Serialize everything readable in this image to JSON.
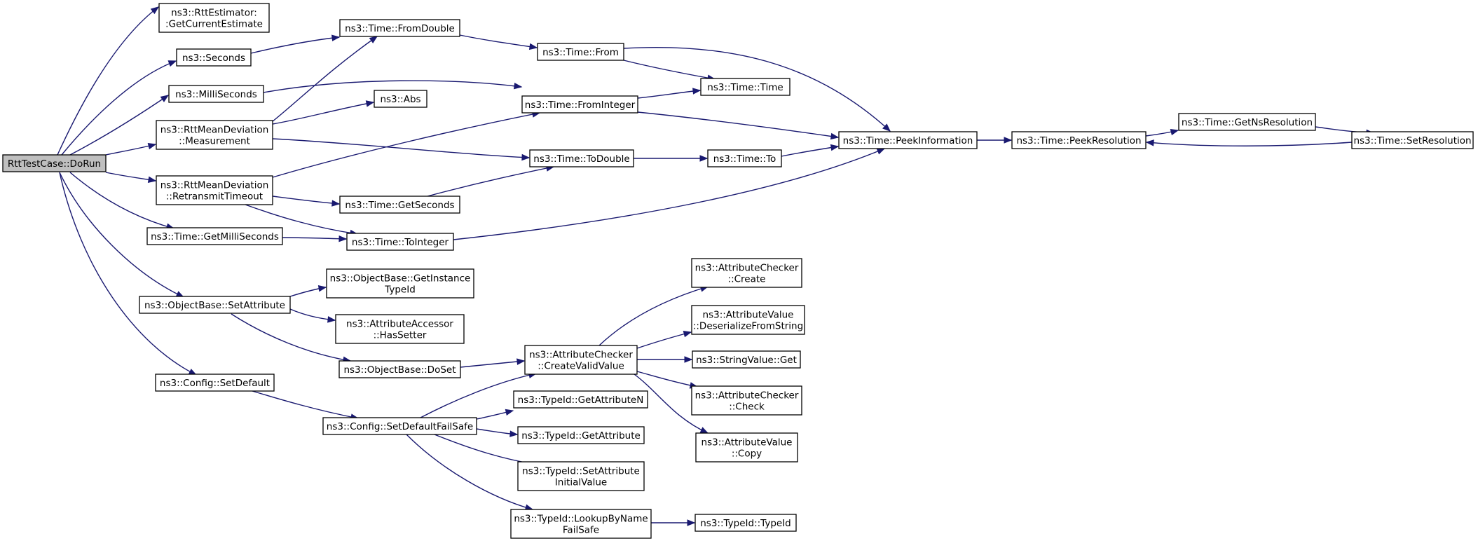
{
  "nodes": [
    {
      "id": "n0",
      "lines": [
        "RttTestCase::DoRun"
      ]
    },
    {
      "id": "n1",
      "lines": [
        "ns3::RttEstimator:",
        ":GetCurrentEstimate"
      ]
    },
    {
      "id": "n2",
      "lines": [
        "ns3::Seconds"
      ]
    },
    {
      "id": "n3",
      "lines": [
        "ns3::MilliSeconds"
      ]
    },
    {
      "id": "n4",
      "lines": [
        "ns3::RttMeanDeviation",
        "::Measurement"
      ]
    },
    {
      "id": "n5",
      "lines": [
        "ns3::RttMeanDeviation",
        "::RetransmitTimeout"
      ]
    },
    {
      "id": "n6",
      "lines": [
        "ns3::Time::GetMilliSeconds"
      ]
    },
    {
      "id": "n7",
      "lines": [
        "ns3::ObjectBase::SetAttribute"
      ]
    },
    {
      "id": "n8",
      "lines": [
        "ns3::Config::SetDefault"
      ]
    },
    {
      "id": "n9",
      "lines": [
        "ns3::Time::FromDouble"
      ]
    },
    {
      "id": "n10",
      "lines": [
        "ns3::Abs"
      ]
    },
    {
      "id": "n11",
      "lines": [
        "ns3::Time::GetSeconds"
      ]
    },
    {
      "id": "n12",
      "lines": [
        "ns3::Time::ToInteger"
      ]
    },
    {
      "id": "n13",
      "lines": [
        "ns3::ObjectBase::GetInstance",
        "TypeId"
      ]
    },
    {
      "id": "n14",
      "lines": [
        "ns3::AttributeAccessor",
        "::HasSetter"
      ]
    },
    {
      "id": "n15",
      "lines": [
        "ns3::ObjectBase::DoSet"
      ]
    },
    {
      "id": "n16",
      "lines": [
        "ns3::Config::SetDefaultFailSafe"
      ]
    },
    {
      "id": "n17",
      "lines": [
        "ns3::Time::From"
      ]
    },
    {
      "id": "n18",
      "lines": [
        "ns3::Time::FromInteger"
      ]
    },
    {
      "id": "n19",
      "lines": [
        "ns3::Time::ToDouble"
      ]
    },
    {
      "id": "n20",
      "lines": [
        "ns3::AttributeChecker",
        "::CreateValidValue"
      ]
    },
    {
      "id": "n21",
      "lines": [
        "ns3::TypeId::GetAttributeN"
      ]
    },
    {
      "id": "n22",
      "lines": [
        "ns3::TypeId::GetAttribute"
      ]
    },
    {
      "id": "n23",
      "lines": [
        "ns3::TypeId::SetAttribute",
        "InitialValue"
      ]
    },
    {
      "id": "n24",
      "lines": [
        "ns3::TypeId::LookupByName",
        "FailSafe"
      ]
    },
    {
      "id": "n25",
      "lines": [
        "ns3::Time::Time"
      ]
    },
    {
      "id": "n26",
      "lines": [
        "ns3::Time::To"
      ]
    },
    {
      "id": "n27",
      "lines": [
        "ns3::AttributeChecker",
        "::Create"
      ]
    },
    {
      "id": "n28",
      "lines": [
        "ns3::AttributeValue",
        "::DeserializeFromString"
      ]
    },
    {
      "id": "n29",
      "lines": [
        "ns3::StringValue::Get"
      ]
    },
    {
      "id": "n30",
      "lines": [
        "ns3::AttributeChecker",
        "::Check"
      ]
    },
    {
      "id": "n31",
      "lines": [
        "ns3::AttributeValue",
        "::Copy"
      ]
    },
    {
      "id": "n32",
      "lines": [
        "ns3::TypeId::TypeId"
      ]
    },
    {
      "id": "n33",
      "lines": [
        "ns3::Time::PeekInformation"
      ]
    },
    {
      "id": "n34",
      "lines": [
        "ns3::Time::PeekResolution"
      ]
    },
    {
      "id": "n35",
      "lines": [
        "ns3::Time::GetNsResolution"
      ]
    },
    {
      "id": "n36",
      "lines": [
        "ns3::Time::SetResolution"
      ]
    }
  ],
  "edges": [
    [
      "n0",
      "n1"
    ],
    [
      "n0",
      "n2"
    ],
    [
      "n0",
      "n3"
    ],
    [
      "n0",
      "n4"
    ],
    [
      "n0",
      "n5"
    ],
    [
      "n0",
      "n6"
    ],
    [
      "n0",
      "n7"
    ],
    [
      "n0",
      "n8"
    ],
    [
      "n2",
      "n9"
    ],
    [
      "n3",
      "n18"
    ],
    [
      "n4",
      "n9"
    ],
    [
      "n4",
      "n10"
    ],
    [
      "n4",
      "n19"
    ],
    [
      "n5",
      "n18"
    ],
    [
      "n5",
      "n11"
    ],
    [
      "n5",
      "n12"
    ],
    [
      "n6",
      "n12"
    ],
    [
      "n7",
      "n13"
    ],
    [
      "n7",
      "n14"
    ],
    [
      "n7",
      "n15"
    ],
    [
      "n8",
      "n16"
    ],
    [
      "n9",
      "n17"
    ],
    [
      "n17",
      "n25"
    ],
    [
      "n17",
      "n33"
    ],
    [
      "n18",
      "n25"
    ],
    [
      "n18",
      "n33"
    ],
    [
      "n11",
      "n19"
    ],
    [
      "n19",
      "n26"
    ],
    [
      "n26",
      "n33"
    ],
    [
      "n12",
      "n33"
    ],
    [
      "n15",
      "n20"
    ],
    [
      "n16",
      "n20"
    ],
    [
      "n16",
      "n21"
    ],
    [
      "n16",
      "n22"
    ],
    [
      "n16",
      "n23"
    ],
    [
      "n16",
      "n24"
    ],
    [
      "n20",
      "n27"
    ],
    [
      "n20",
      "n28"
    ],
    [
      "n20",
      "n29"
    ],
    [
      "n20",
      "n30"
    ],
    [
      "n20",
      "n31"
    ],
    [
      "n24",
      "n32"
    ],
    [
      "n33",
      "n34"
    ],
    [
      "n34",
      "n35"
    ],
    [
      "n35",
      "n36"
    ],
    [
      "n36",
      "n34"
    ]
  ]
}
